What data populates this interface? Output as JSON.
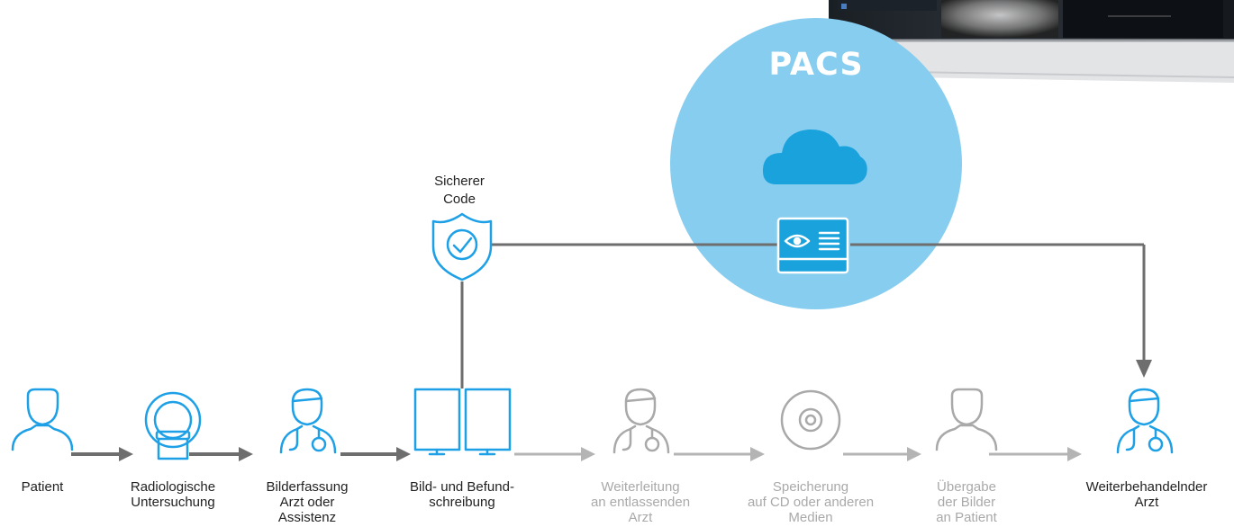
{
  "pacs": {
    "title": "PACS"
  },
  "secure_code": {
    "label": "Sicherer\nCode"
  },
  "steps": [
    {
      "label": "Patient",
      "state": "active",
      "icon": "patient-icon"
    },
    {
      "label": "Radiologische\nUntersuchung",
      "state": "active",
      "icon": "scanner-icon"
    },
    {
      "label": "Bilderfassung\nArzt oder\nAssistenz",
      "state": "active",
      "icon": "doctor-icon"
    },
    {
      "label": "Bild- und Befund-\nschreibung",
      "state": "active",
      "icon": "monitors-icon"
    },
    {
      "label": "Weiterleitung\nan entlassenden\nArzt",
      "state": "inactive",
      "icon": "doctor-icon"
    },
    {
      "label": "Speicherung\nauf CD oder anderen\nMedien",
      "state": "inactive",
      "icon": "cd-icon"
    },
    {
      "label": "Übergabe\nder Bilder\nan Patient",
      "state": "inactive",
      "icon": "patient-icon"
    },
    {
      "label": "Weiterbehandelnder\nArzt",
      "state": "active",
      "icon": "doctor-icon"
    }
  ],
  "colors": {
    "accent": "#1ea0e6",
    "pacs_circle": "#87cdef",
    "cloud": "#1aa2dd",
    "active_arrow": "#6e6e6e",
    "inactive_arrow": "#b4b4b4",
    "inactive_icon": "#a9a9a9"
  }
}
